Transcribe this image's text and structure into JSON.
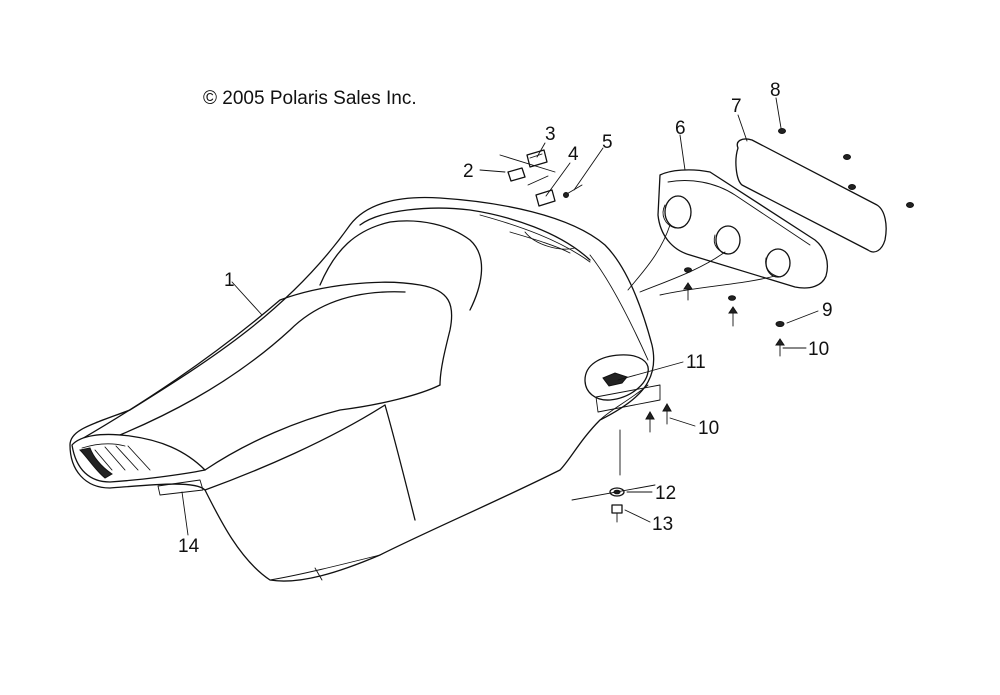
{
  "copyright": "© 2005 Polaris Sales Inc.",
  "callouts": [
    {
      "id": "1",
      "label": "1"
    },
    {
      "id": "2",
      "label": "2"
    },
    {
      "id": "3",
      "label": "3"
    },
    {
      "id": "4",
      "label": "4"
    },
    {
      "id": "5",
      "label": "5"
    },
    {
      "id": "6",
      "label": "6"
    },
    {
      "id": "7",
      "label": "7"
    },
    {
      "id": "8",
      "label": "8"
    },
    {
      "id": "9",
      "label": "9"
    },
    {
      "id": "10a",
      "label": "10"
    },
    {
      "id": "10b",
      "label": "10"
    },
    {
      "id": "11",
      "label": "11"
    },
    {
      "id": "12",
      "label": "12"
    },
    {
      "id": "13",
      "label": "13"
    },
    {
      "id": "14",
      "label": "14"
    }
  ]
}
